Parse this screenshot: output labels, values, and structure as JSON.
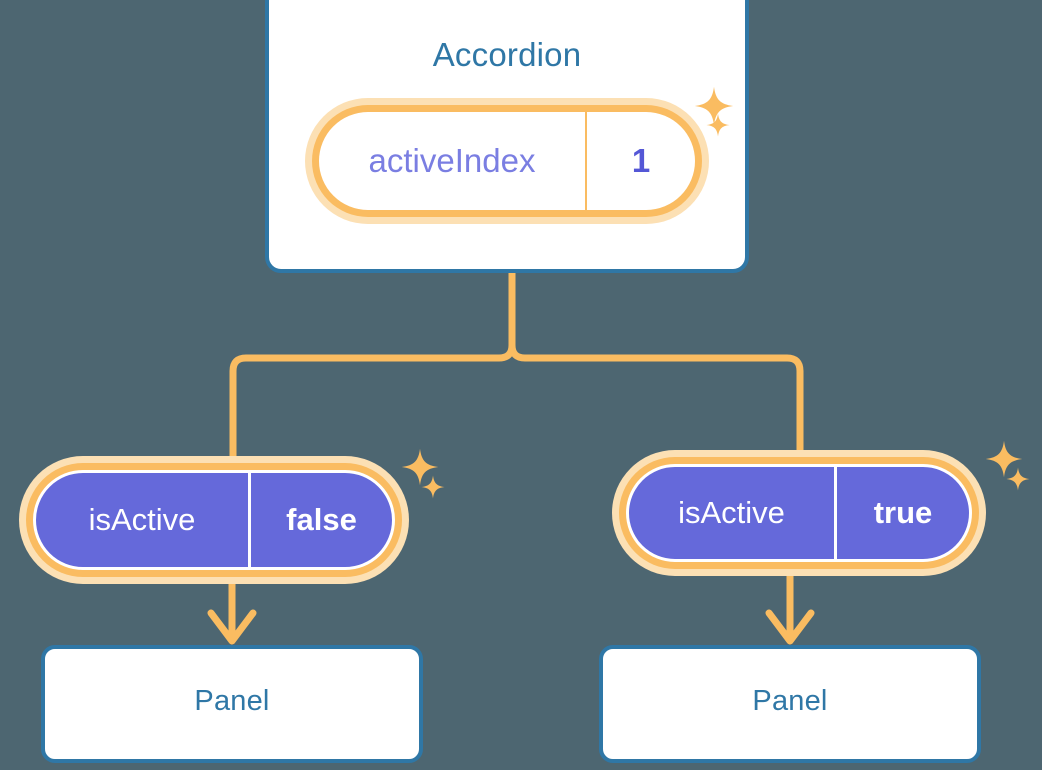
{
  "diagram": {
    "title_text": "Accordion",
    "accent_colors": {
      "background": "#4d6671",
      "card_border_blue": "#2f77a6",
      "card_title_blue": "#2f77a6",
      "ring_orange": "#fabc61",
      "ring_halo_orange": "#fce0b4",
      "pill_purple": "#6569da",
      "pill_key_purple_text": "#7a7ee2",
      "pill_value_purple_text": "#5457d6",
      "white": "#ffffff"
    }
  },
  "root": {
    "label": "Accordion",
    "state": {
      "key": "activeIndex",
      "value": "1"
    },
    "sparkles": [
      {
        "name": "sparkle-large-icon",
        "size": 40
      },
      {
        "name": "sparkle-small-icon",
        "size": 24
      }
    ]
  },
  "children": [
    {
      "id": "left",
      "state": {
        "key": "isActive",
        "value": "false"
      },
      "panel": {
        "label": "Panel"
      },
      "sparkles": [
        {
          "name": "sparkle-large-icon",
          "size": 38
        },
        {
          "name": "sparkle-small-icon",
          "size": 24
        }
      ]
    },
    {
      "id": "right",
      "state": {
        "key": "isActive",
        "value": "true"
      },
      "panel": {
        "label": "Panel"
      },
      "sparkles": [
        {
          "name": "sparkle-large-icon",
          "size": 38
        },
        {
          "name": "sparkle-small-icon",
          "size": 24
        }
      ]
    }
  ],
  "connectors": {
    "style": "orange-rounded-tree",
    "arrowheads": 2,
    "stroke_color": "#fabc61",
    "stroke_width": 7
  }
}
